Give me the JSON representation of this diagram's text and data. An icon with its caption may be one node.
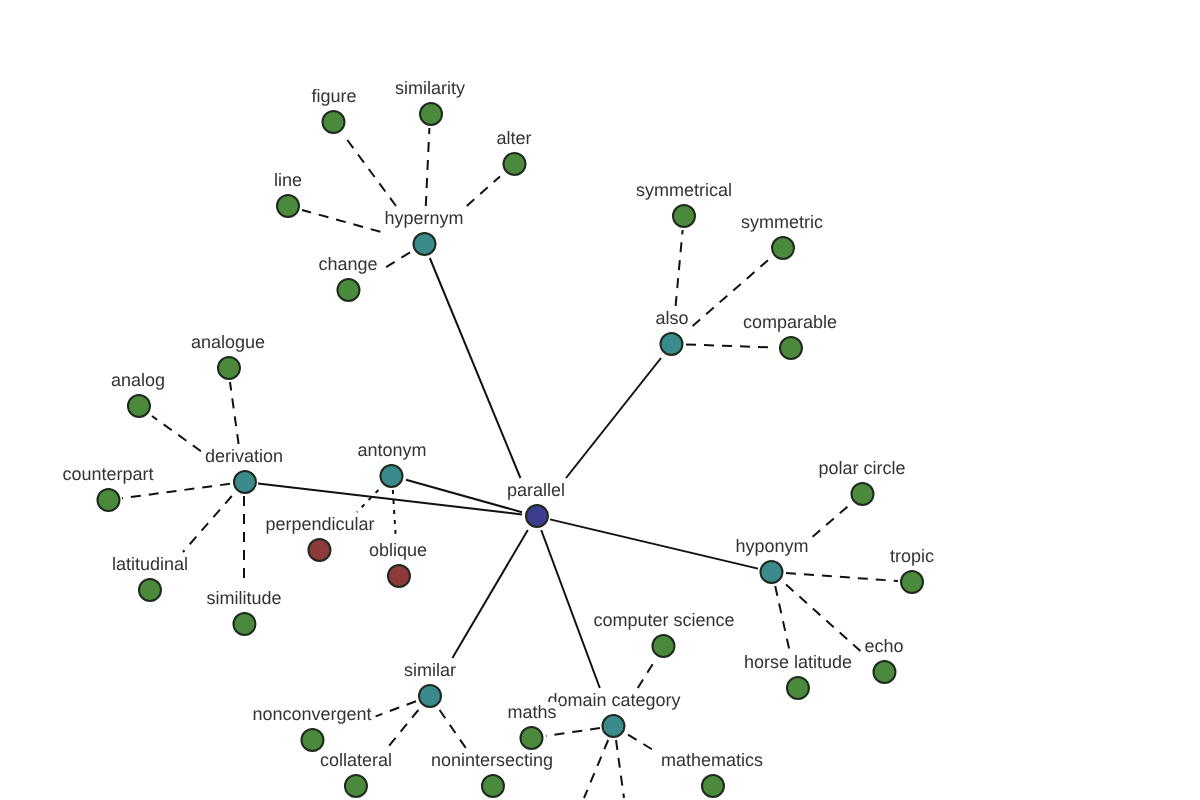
{
  "diagram": {
    "nodes": [
      {
        "text": [
          "parallel"
        ]
      },
      {
        "text": [
          "hypernym"
        ]
      },
      {
        "text": [
          "figure"
        ]
      },
      {
        "text": [
          "similarity"
        ]
      },
      {
        "text": [
          "alter"
        ]
      },
      {
        "text": [
          "line"
        ]
      },
      {
        "text": [
          "change"
        ]
      },
      {
        "text": [
          "also"
        ]
      },
      {
        "text": [
          "symmetrical"
        ]
      },
      {
        "text": [
          "symmetric"
        ]
      },
      {
        "text": [
          "comparable"
        ]
      },
      {
        "text": [
          "derivation"
        ]
      },
      {
        "text": [
          "analogue"
        ]
      },
      {
        "text": [
          "analog"
        ]
      },
      {
        "text": [
          "counterpart"
        ]
      },
      {
        "text": [
          "latitudinal"
        ]
      },
      {
        "text": [
          "similitude"
        ]
      },
      {
        "text": [
          "antonym"
        ]
      },
      {
        "text": [
          "perpendicular"
        ]
      },
      {
        "text": [
          "oblique"
        ]
      },
      {
        "text": [
          "hyponym"
        ]
      },
      {
        "text": [
          "polar circle"
        ]
      },
      {
        "text": [
          "tropic"
        ]
      },
      {
        "text": [
          "echo"
        ]
      },
      {
        "text": [
          "horse latitude"
        ]
      },
      {
        "text": [
          "similar"
        ]
      },
      {
        "text": [
          "nonconvergent"
        ]
      },
      {
        "text": [
          "collateral"
        ]
      },
      {
        "text": [
          "nonintersecting"
        ]
      },
      {
        "text": [
          "domain category"
        ]
      },
      {
        "text": [
          "computer science"
        ]
      },
      {
        "text": [
          "maths"
        ]
      },
      {
        "text": [
          "mathematics"
        ]
      }
    ],
    "edges": [
      {
        "from": 0,
        "to": 1,
        "arrow": "none"
      },
      {
        "from": 1,
        "to": 2,
        "arrow": "none",
        "style": "dashed"
      },
      {
        "from": 1,
        "to": 3,
        "arrow": "none",
        "style": "dashed"
      },
      {
        "from": 1,
        "to": 4,
        "arrow": "none",
        "style": "dashed"
      },
      {
        "from": 1,
        "to": 5,
        "arrow": "none",
        "style": "dashed"
      },
      {
        "from": 1,
        "to": 6,
        "arrow": "none",
        "style": "dashed"
      },
      {
        "from": 0,
        "to": 7,
        "arrow": "none"
      },
      {
        "from": 7,
        "to": 8,
        "arrow": "none",
        "style": "dashed"
      },
      {
        "from": 7,
        "to": 9,
        "arrow": "none",
        "style": "dashed"
      },
      {
        "from": 7,
        "to": 10,
        "arrow": "none",
        "style": "dashed"
      },
      {
        "from": 0,
        "to": 11,
        "arrow": "none"
      },
      {
        "from": 11,
        "to": 12,
        "arrow": "none",
        "style": "dashed"
      },
      {
        "from": 11,
        "to": 13,
        "arrow": "none",
        "style": "dashed"
      },
      {
        "from": 11,
        "to": 14,
        "arrow": "none",
        "style": "dashed"
      },
      {
        "from": 11,
        "to": 15,
        "arrow": "none",
        "style": "dashed"
      },
      {
        "from": 11,
        "to": 16,
        "arrow": "none",
        "style": "dashed"
      },
      {
        "from": 0,
        "to": 17,
        "arrow": "none"
      },
      {
        "from": 17,
        "to": 18,
        "arrow": "none",
        "style": "dashed"
      },
      {
        "from": 17,
        "to": 19,
        "arrow": "none",
        "style": "dashed"
      },
      {
        "from": 0,
        "to": 20,
        "arrow": "none"
      },
      {
        "from": 20,
        "to": 21,
        "arrow": "none",
        "style": "dashed"
      },
      {
        "from": 20,
        "to": 22,
        "arrow": "none",
        "style": "dashed"
      },
      {
        "from": 20,
        "to": 23,
        "arrow": "none",
        "style": "dashed"
      },
      {
        "from": 20,
        "to": 24,
        "arrow": "none",
        "style": "dashed"
      },
      {
        "from": 0,
        "to": 25,
        "arrow": "none"
      },
      {
        "from": 25,
        "to": 26,
        "arrow": "none",
        "style": "dashed"
      },
      {
        "from": 25,
        "to": 27,
        "arrow": "none",
        "style": "dashed"
      },
      {
        "from": 25,
        "to": 28,
        "arrow": "none",
        "style": "dashed"
      },
      {
        "from": 0,
        "to": 29,
        "arrow": "none"
      },
      {
        "from": 29,
        "to": 30,
        "arrow": "none",
        "style": "dashed"
      },
      {
        "from": 29,
        "to": 31,
        "arrow": "none",
        "style": "dashed"
      },
      {
        "from": 29,
        "to": 32,
        "arrow": "none",
        "style": "dashed"
      },
      {
        "from": 29,
        "to": null,
        "arrow": "none",
        "style": "dashed"
      },
      {
        "from": 29,
        "to": null,
        "arrow": "none",
        "style": "dashed"
      }
    ]
  }
}
